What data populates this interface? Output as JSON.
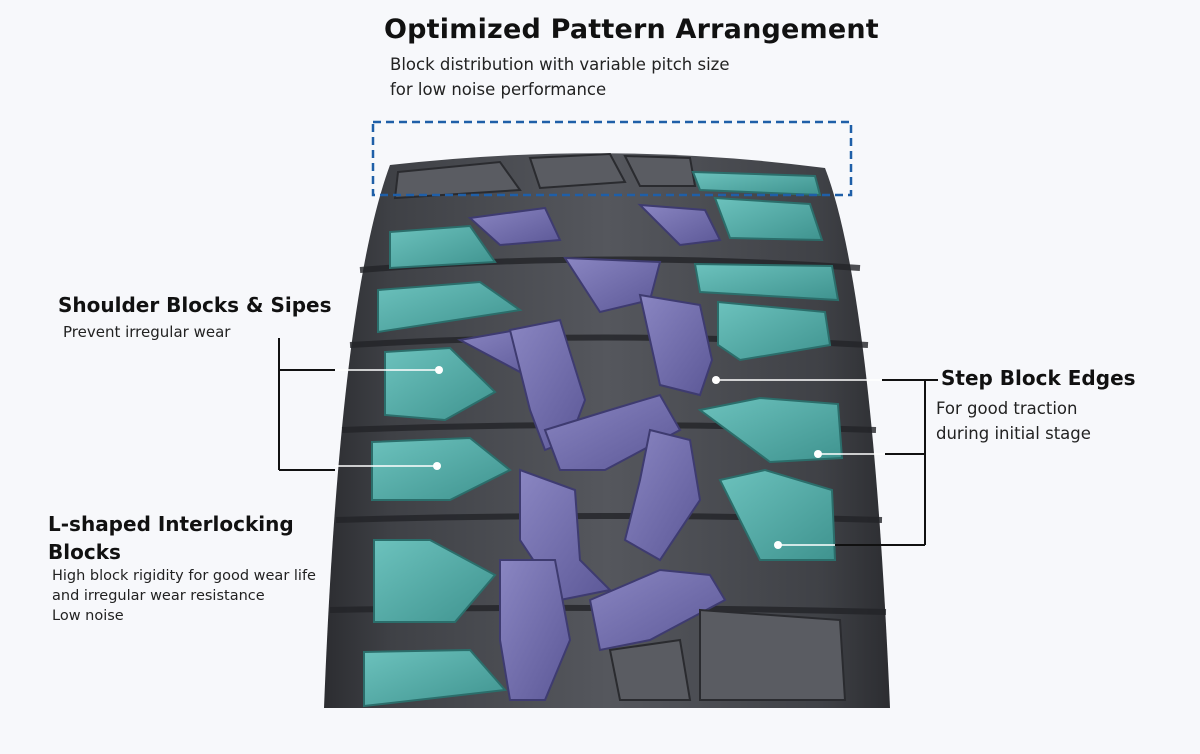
{
  "optimized": {
    "title": "Optimized Pattern Arrangement",
    "desc": [
      "Block distribution with variable pitch size",
      "for low noise performance"
    ]
  },
  "shoulder": {
    "title": "Shoulder Blocks & Sipes",
    "desc": "Prevent irregular wear"
  },
  "step": {
    "title": "Step Block Edges",
    "desc": [
      "For good traction",
      "during initial stage"
    ]
  },
  "interlock": {
    "title": [
      "L-shaped Interlocking",
      "Blocks"
    ],
    "desc": [
      "High block rigidity for good wear life",
      "and irregular wear resistance",
      "Low noise"
    ]
  },
  "colors": {
    "background": "#f7f8fb",
    "tire_rubber": "#4a4c52",
    "shoulder_block": "#4fa8a4",
    "interlocking_block": "#6e6aa8",
    "highlight_box": "#1f5fa8",
    "callout_line": "#111111"
  }
}
